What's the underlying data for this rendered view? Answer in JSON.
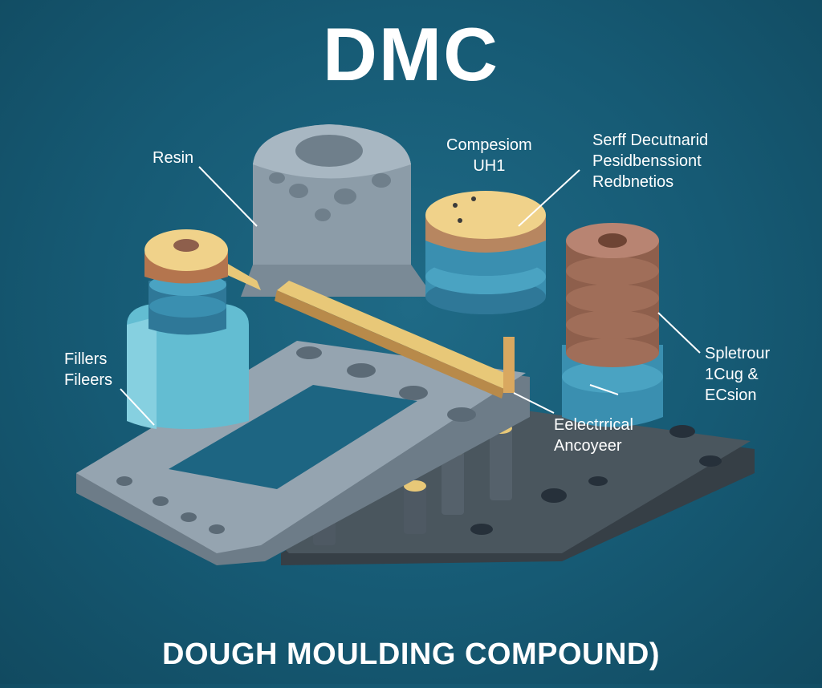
{
  "title": "DMC",
  "subtitle": "DOUGH MOULDING COMPOUND)",
  "labels": {
    "resin": "Resin",
    "composition": [
      "Compesiom",
      "UH1"
    ],
    "serf": [
      "Serff Decutnarid",
      "Pesidbenssiont",
      "Redbnetios"
    ],
    "fillers": [
      "Fillers",
      "Fileers"
    ],
    "electrical": [
      "Eelectrrical",
      "Ancoyeer"
    ],
    "spletrour": [
      "Spletrour",
      "1Cug &",
      "ECsion"
    ]
  },
  "colors": {
    "background": "#165a74",
    "text": "#ffffff",
    "grey_part": "#8a9aa6",
    "dark_part": "#3f4a52",
    "cyan_part": "#5fb6cc",
    "yellow_part": "#e8c878",
    "brown_part": "#9c6a55"
  }
}
